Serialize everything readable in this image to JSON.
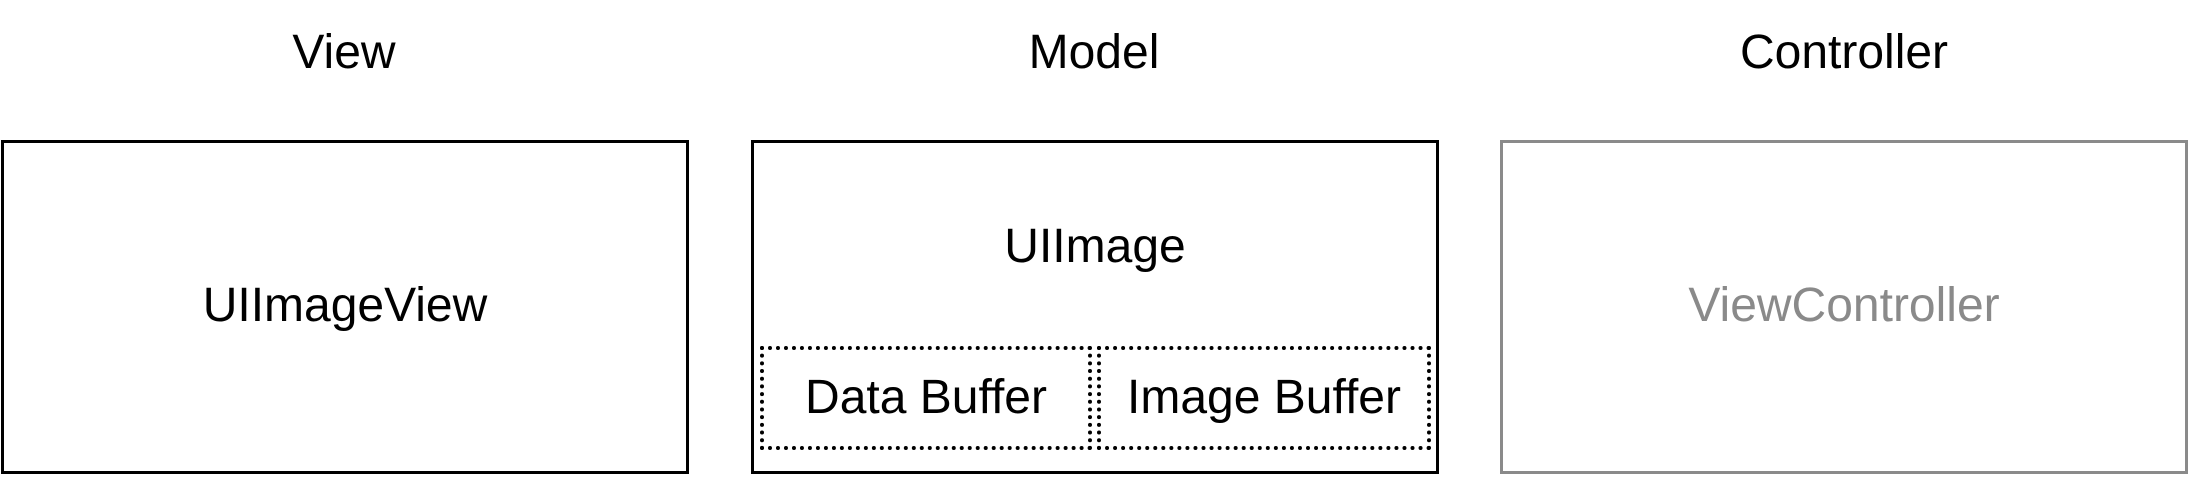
{
  "columns": {
    "view": {
      "title": "View",
      "box_label": "UIImageView"
    },
    "model": {
      "title": "Model",
      "box_label": "UIImage",
      "buffers": [
        {
          "label": "Data Buffer"
        },
        {
          "label": "Image Buffer"
        }
      ]
    },
    "controller": {
      "title": "Controller",
      "box_label": "ViewController"
    }
  },
  "colors": {
    "primary_stroke": "#000000",
    "controller_stroke": "#8a8a8a"
  }
}
